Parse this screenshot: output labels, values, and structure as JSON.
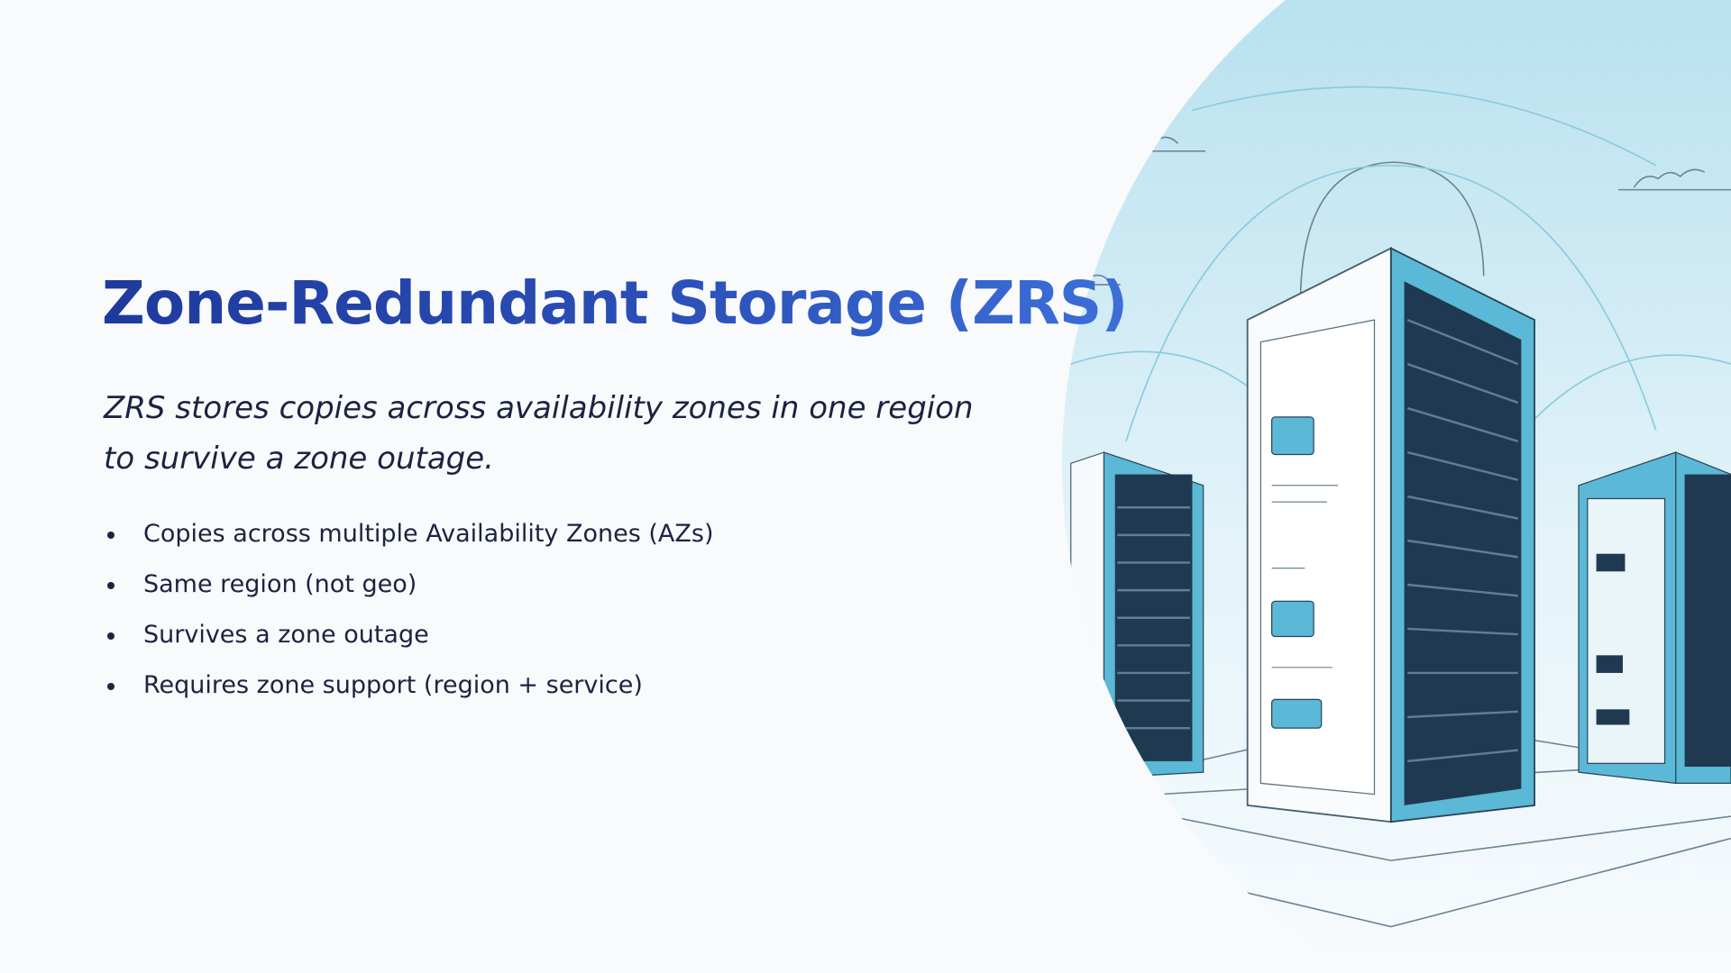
{
  "slide": {
    "title": "Zone-Redundant Storage (ZRS)",
    "subtitle": "ZRS stores copies across availability zones in one region to survive a zone outage.",
    "bullets": [
      "Copies across multiple Availability Zones (AZs)",
      "Same region (not geo)",
      "Survives a zone outage",
      "Requires zone support (region + service)"
    ]
  },
  "illustration": {
    "icon": "server-racks-illustration",
    "accent": "#5bb8d6",
    "dark": "#1f3a50"
  }
}
